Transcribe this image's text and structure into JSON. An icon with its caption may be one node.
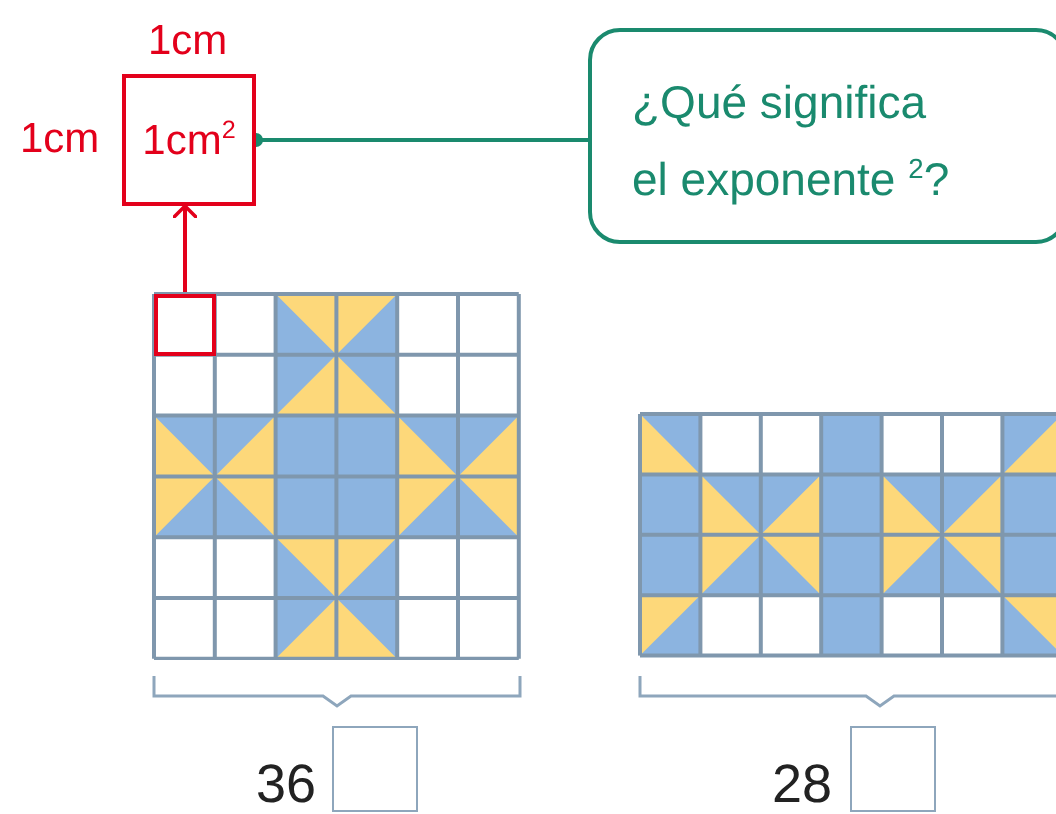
{
  "diagram": {
    "nodes": [
      {
        "text": [
          "1cm$^{2}$"
        ]
      },
      {
        "text": [
          "¿Qué significa el exponente $^{2}$?"
        ]
      },
      {
        "text": [],
        "shape": "box"
      }
    ],
    "edges": [
      {
        "from": 0,
        "to": 1,
        "arrow": "other",
        "color": "#1a8a6e"
      },
      {
        "from": 2,
        "to": 0,
        "arrow": "to",
        "color": "#e3001b"
      }
    ],
    "labels": [
      "1cm",
      "1cm",
      "36",
      "28"
    ]
  }
}
